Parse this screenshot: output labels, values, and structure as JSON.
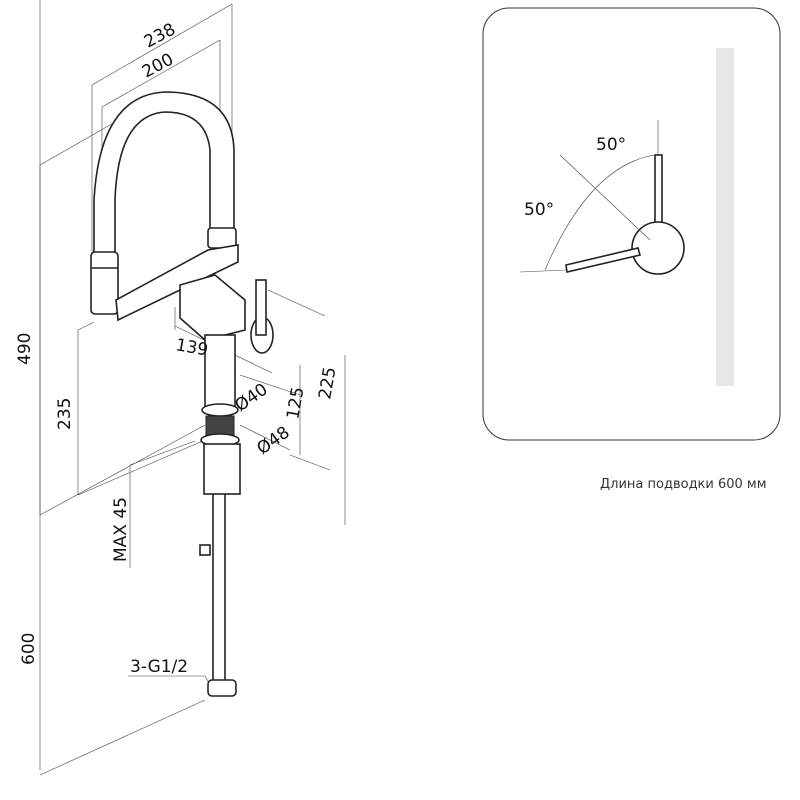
{
  "dimensions": {
    "width_238": "238",
    "width_200": "200",
    "height_490": "490",
    "height_235": "235",
    "depth_139": "139",
    "dia_40": "Ø40",
    "dia_48": "Ø48",
    "h_125": "125",
    "h_225": "225",
    "max_45": "MAX 45",
    "hose_600": "600",
    "connection": "3-G1/2"
  },
  "inset": {
    "angle_top": "50°",
    "angle_left": "50°"
  },
  "caption": "Длина подводки 600 мм"
}
